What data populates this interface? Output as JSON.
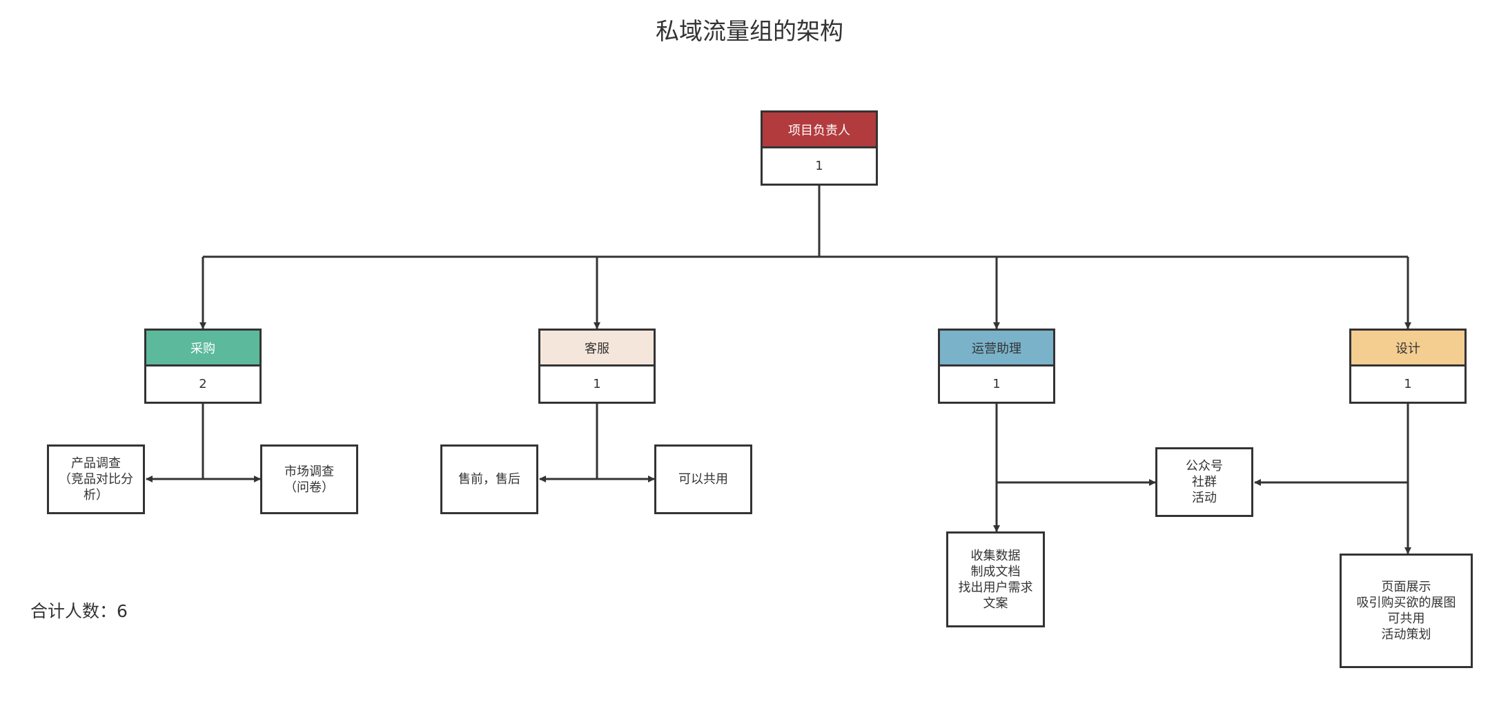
{
  "title": "私域流量组的架构",
  "colors": {
    "line": "#333333",
    "root_header": "#b23b3e",
    "procurement_header": "#5cb99b",
    "service_header": "#f5e6dc",
    "operations_header": "#79b2c9",
    "design_header": "#f4cd90"
  },
  "root": {
    "label": "项目负责人",
    "count": "1"
  },
  "departments": [
    {
      "key": "procurement",
      "label": "采购",
      "count": "2",
      "items": [
        "产品调查\n（竞品对比分析）",
        "市场调查\n（问卷）"
      ]
    },
    {
      "key": "service",
      "label": "客服",
      "count": "1",
      "items": [
        "售前，售后",
        "可以共用"
      ]
    },
    {
      "key": "operations",
      "label": "运营助理",
      "count": "1",
      "items": [
        "收集数据\n制成文档\n找出用户需求\n文案"
      ]
    },
    {
      "key": "design",
      "label": "设计",
      "count": "1",
      "items": [
        "页面展示\n吸引购买欲的展图\n可共用\n活动策划"
      ]
    }
  ],
  "shared": {
    "text": "公众号\n社群\n活动"
  },
  "total": "合计人数：6"
}
